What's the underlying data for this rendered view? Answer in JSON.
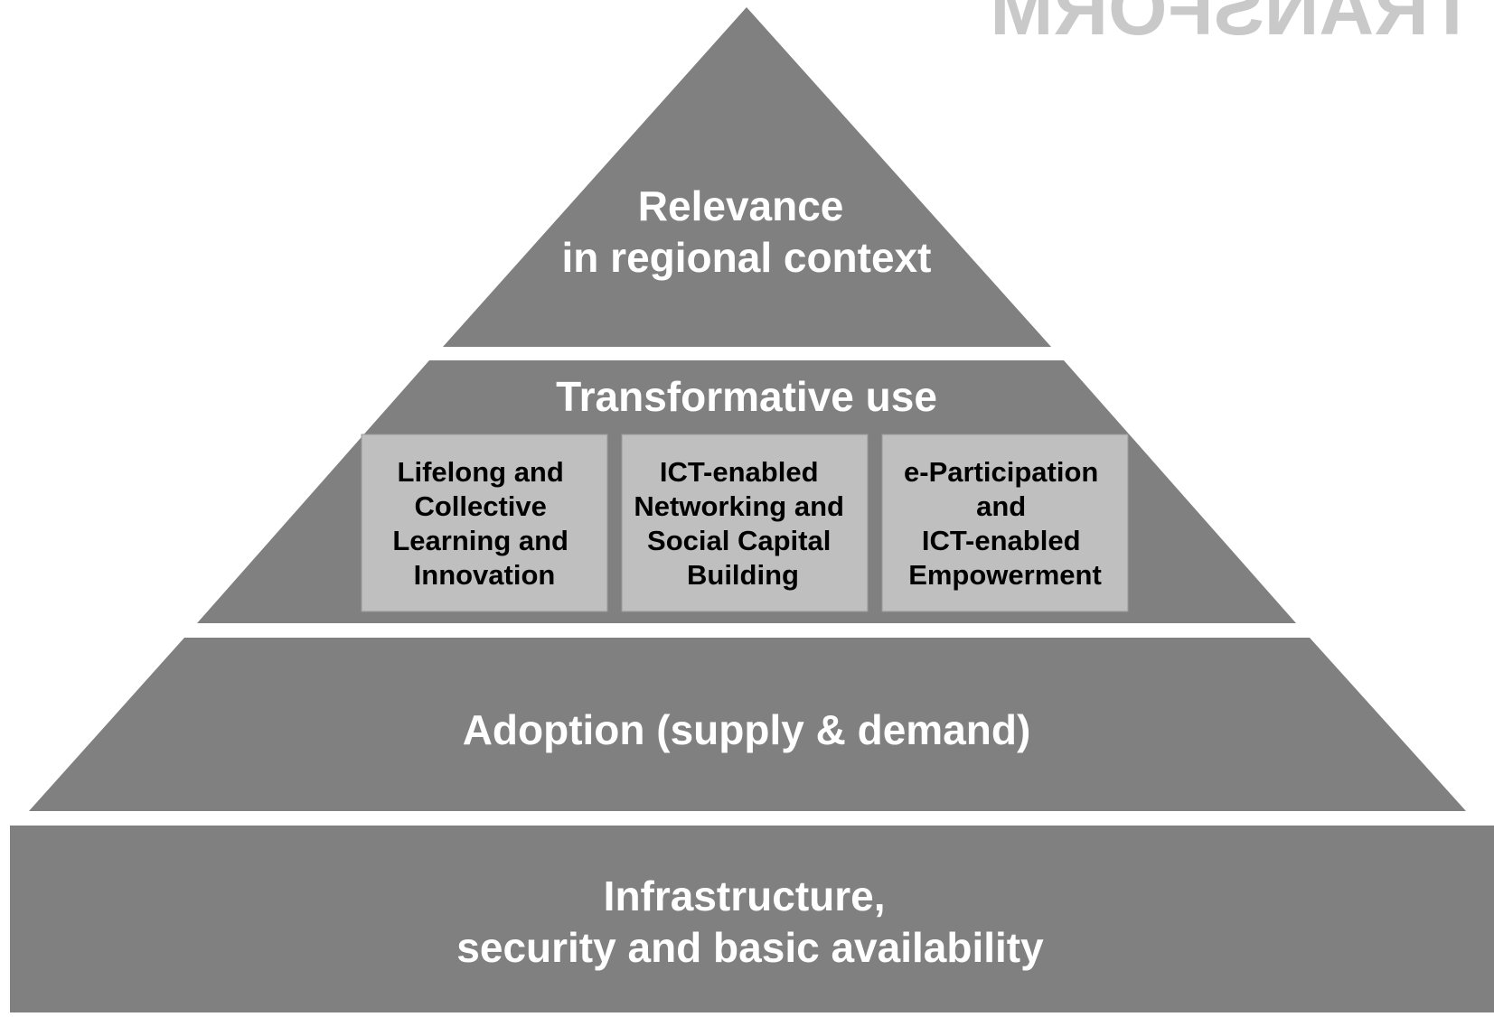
{
  "watermark": "TRANSFORM",
  "levels": [
    {
      "id": "relevance",
      "lines": [
        "Relevance",
        "in regional context"
      ]
    },
    {
      "id": "transformative-use",
      "lines": [
        "Transformative use"
      ]
    },
    {
      "id": "adoption",
      "lines": [
        "Adoption (supply & demand)"
      ]
    },
    {
      "id": "infrastructure",
      "lines": [
        "Infrastructure,",
        "security and basic availability"
      ]
    }
  ],
  "boxes": [
    {
      "lines": [
        "Lifelong and",
        "Collective",
        "Learning and",
        "Innovation"
      ]
    },
    {
      "lines": [
        "ICT-enabled",
        "Networking and",
        "Social Capital",
        "Building"
      ]
    },
    {
      "lines": [
        "e-Participation",
        "and",
        "ICT-enabled",
        "Empowerment"
      ]
    }
  ],
  "colors": {
    "tier": "#808080",
    "box": "#bfbfbf",
    "level_text": "#ffffff",
    "box_text": "#000000"
  }
}
